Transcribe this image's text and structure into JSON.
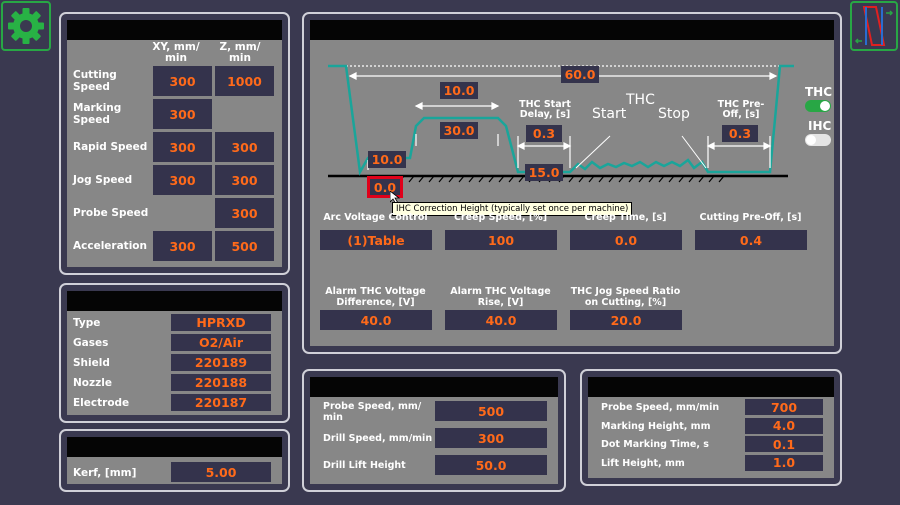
{
  "speeds": {
    "col_xy": "XY, mm/\nmin",
    "col_z": "Z, mm/\nmin",
    "rows": [
      {
        "label": "Cutting\nSpeed",
        "xy": "300",
        "z": "1000"
      },
      {
        "label": "Marking\nSpeed",
        "xy": "300",
        "z": ""
      },
      {
        "label": "Rapid Speed",
        "xy": "300",
        "z": "300"
      },
      {
        "label": "Jog Speed",
        "xy": "300",
        "z": "300"
      },
      {
        "label": "Probe Speed",
        "xy": "",
        "z": "300"
      },
      {
        "label": "Acceleration",
        "xy": "300",
        "z": "500"
      }
    ]
  },
  "consumables": [
    {
      "label": "Type",
      "value": "HPRXD"
    },
    {
      "label": "Gases",
      "value": "O2/Air"
    },
    {
      "label": "Shield",
      "value": "220189"
    },
    {
      "label": "Nozzle",
      "value": "220188"
    },
    {
      "label": "Electrode",
      "value": "220187"
    }
  ],
  "kerf": {
    "label": "Kerf, [mm]",
    "value": "5.00"
  },
  "diagram": {
    "pierce_height": "10.0",
    "pierce_delay": "10.0",
    "cut_height": "30.0",
    "total": "60.0",
    "thc_start_delay_label": "THC Start\nDelay, [s]",
    "thc_start_delay": "0.3",
    "cut_height_thc": "15.0",
    "ihc_height": "0.0",
    "thc_preoff_label": "THC Pre-\nOff, [s]",
    "thc_preoff": "0.3",
    "start_label": "Start",
    "thc_label": "THC",
    "stop_label": "Stop",
    "tooltip": "IHC Correction Height (typically set once per machine)"
  },
  "toggles": {
    "thc_label": "THC",
    "thc_on": true,
    "ihc_label": "IHC",
    "ihc_on": false
  },
  "params_row1": [
    {
      "label": "Arc Voltage Control",
      "value": "(1)Table"
    },
    {
      "label": "Creep Speed, [%]",
      "value": "100"
    },
    {
      "label": "Creep Time, [s]",
      "value": "0.0"
    },
    {
      "label": "Cutting Pre-Off, [s]",
      "value": "0.4"
    }
  ],
  "params_row2": [
    {
      "label": "Alarm THC Voltage\nDifference, [V]",
      "value": "40.0"
    },
    {
      "label": "Alarm THC Voltage\nRise, [V]",
      "value": "40.0"
    },
    {
      "label": "THC Jog Speed Ratio\non Cutting, [%]",
      "value": "20.0"
    }
  ],
  "drill": [
    {
      "label": "Probe Speed, mm/\nmin",
      "value": "500"
    },
    {
      "label": "Drill Speed, mm/min",
      "value": "300"
    },
    {
      "label": "Drill Lift Height",
      "value": "50.0"
    }
  ],
  "marking": [
    {
      "label": "Probe Speed, mm/min",
      "value": "700"
    },
    {
      "label": "Marking Height, mm",
      "value": "4.0"
    },
    {
      "label": "Dot Marking Time, s",
      "value": "0.1"
    },
    {
      "label": "Lift Height, mm",
      "value": "1.0"
    }
  ],
  "colors": {
    "accent": "#ff6a1a",
    "green": "#28a745",
    "teal": "#1aa59a",
    "highlight": "#e0001a"
  }
}
